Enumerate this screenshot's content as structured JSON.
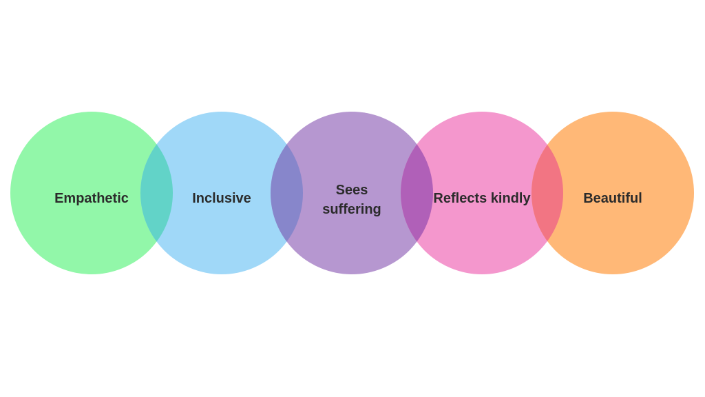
{
  "circles": [
    {
      "label": "Empathetic",
      "color": "#92f7a9"
    },
    {
      "label": "Inclusive",
      "color": "#a0d8f8"
    },
    {
      "label": "Sees\nsuffering",
      "color": "#b697d0"
    },
    {
      "label": "Reflects kindly",
      "color": "#f497cd"
    },
    {
      "label": "Beautiful",
      "color": "#ffb877"
    }
  ],
  "overlap_colors": [
    "#62d3c8",
    "#8786cb",
    "#b060b8",
    "#f27583"
  ]
}
